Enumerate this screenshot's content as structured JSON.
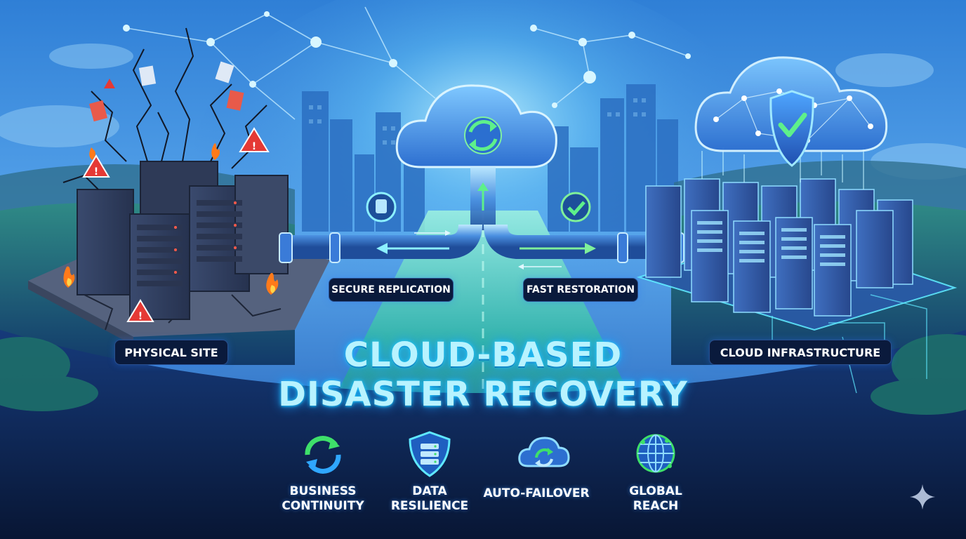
{
  "title": {
    "line1": "CLOUD-BASED",
    "line2": "DISASTER RECOVERY"
  },
  "labels": {
    "physical_site": "PHYSICAL SITE",
    "cloud_infrastructure": "CLOUD INFRASTRUCTURE",
    "secure_replication": "SECURE REPLICATION",
    "fast_restoration": "FAST RESTORATION"
  },
  "features": [
    {
      "line1": "BUSINESS",
      "line2": "CONTINUITY",
      "icon": "sync-arrows-icon"
    },
    {
      "line1": "DATA",
      "line2": "RESILIENCE",
      "icon": "shield-server-icon"
    },
    {
      "line1": "AUTO-FAILOVER",
      "line2": "",
      "icon": "cloud-sync-icon"
    },
    {
      "line1": "GLOBAL",
      "line2": "REACH",
      "icon": "globe-network-icon"
    }
  ],
  "colors": {
    "background_dark": "#0b1e4a",
    "sky": "#3c8fe0",
    "neon_cyan": "#5fe8ff",
    "neon_green": "#3ee06a",
    "alert_red": "#e53935",
    "fire_orange": "#ff7a1a"
  }
}
